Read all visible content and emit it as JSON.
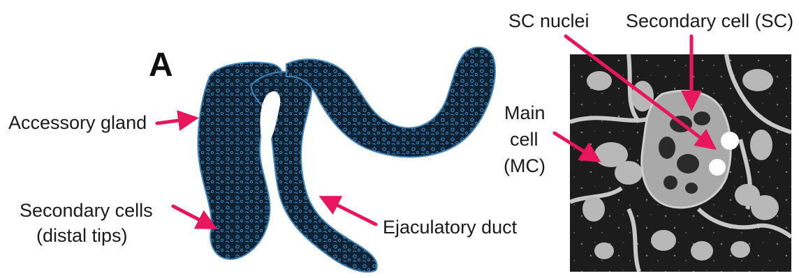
{
  "panel": {
    "letter": "A"
  },
  "labels": {
    "accessory_gland": "Accessory gland",
    "secondary_cells_line1": "Secondary cells",
    "secondary_cells_line2": "(distal tips)",
    "ejaculatory_duct": "Ejaculatory duct",
    "sc_nuclei": "SC nuclei",
    "secondary_cell": "Secondary cell (SC)",
    "main_cell_line1": "Main",
    "main_cell_line2": "cell",
    "main_cell_line3": "(MC)"
  },
  "colors": {
    "arrow": "#e8175d",
    "gland_fill": "#0f2233",
    "gland_texture": "#3f86bd",
    "micrograph_dark": "#141414",
    "micrograph_light": "#e6e6e6"
  }
}
